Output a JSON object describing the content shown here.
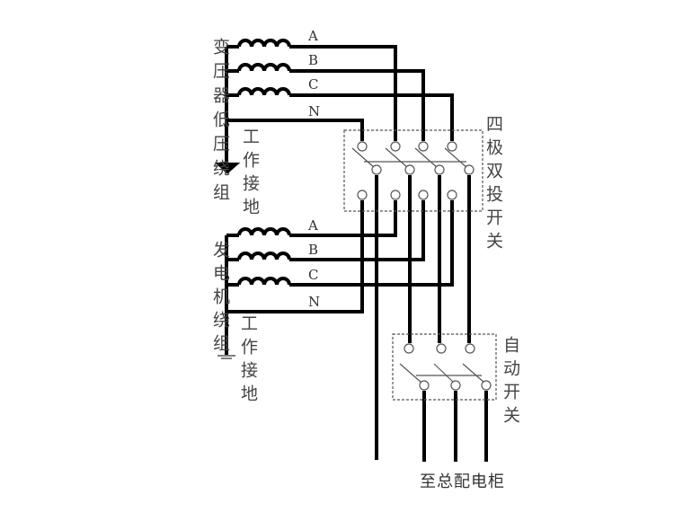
{
  "transformer": {
    "label": "变压器低压绕组",
    "ground_label": "工作接地",
    "phases": [
      "A",
      "B",
      "C",
      "N"
    ]
  },
  "generator": {
    "label": "发电机绕组",
    "ground_label": "工作接地",
    "phases": [
      "A",
      "B",
      "C",
      "N"
    ]
  },
  "four_pole_switch": {
    "label": "四极双投开关"
  },
  "auto_switch": {
    "label": "自动开关"
  },
  "output": {
    "label": "至总配电柜"
  }
}
